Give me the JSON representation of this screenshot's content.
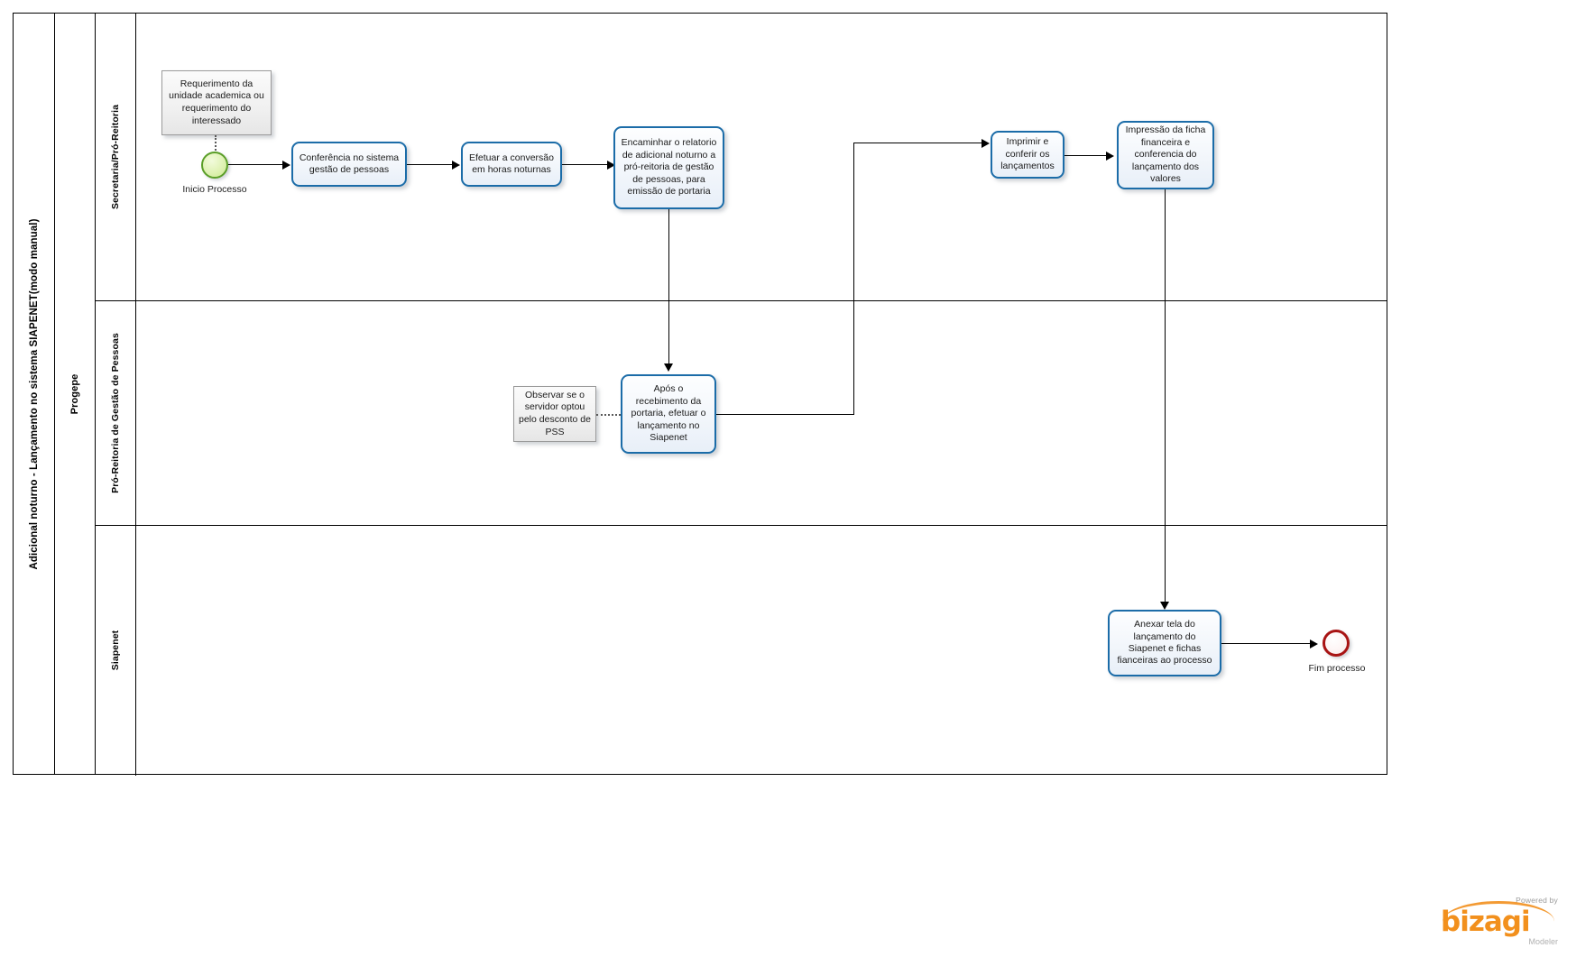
{
  "diagram": {
    "title": "Adicional noturno - Lançamento no sistema SIAPENET(modo manual)",
    "pool": "Progepe",
    "lanes": [
      {
        "name": "Secretaria/Pró-Reitoria"
      },
      {
        "name": "Pró-Reitoria de Gestão de Pessoas"
      },
      {
        "name": "Siapenet"
      }
    ]
  },
  "events": {
    "start": {
      "label": "Inicio Processo"
    },
    "end": {
      "label": "Fim processo"
    }
  },
  "tasks": {
    "t1": "Conferência no sistema gestão de pessoas",
    "t2": "Efetuar a conversão em  horas noturnas",
    "t3": "Encaminhar o relatorio de adicional noturno a pró-reitoria de gestão de pessoas, para emissão de portaria",
    "t4": "Imprimir e conferir os lançamentos",
    "t5": "Impressão da  ficha financeira e conferencia do lançamento dos valores",
    "t6": "Após o recebimento da portaria, efetuar o lançamento no Siapenet",
    "t7": "Anexar tela do lançamento do Siapenet e fichas fianceiras ao processo"
  },
  "annotations": {
    "a1": "Requerimento da unidade academica ou requerimento do interessado",
    "a2": "Observar se o servidor optou pelo desconto de PSS"
  },
  "branding": {
    "powered": "Powered by",
    "name": "bizagi",
    "product": "Modeler"
  },
  "colors": {
    "task_border": "#1b6ca8",
    "start_event": "#5a9e28",
    "end_event": "#a81414",
    "brand_orange": "#f2901d"
  }
}
